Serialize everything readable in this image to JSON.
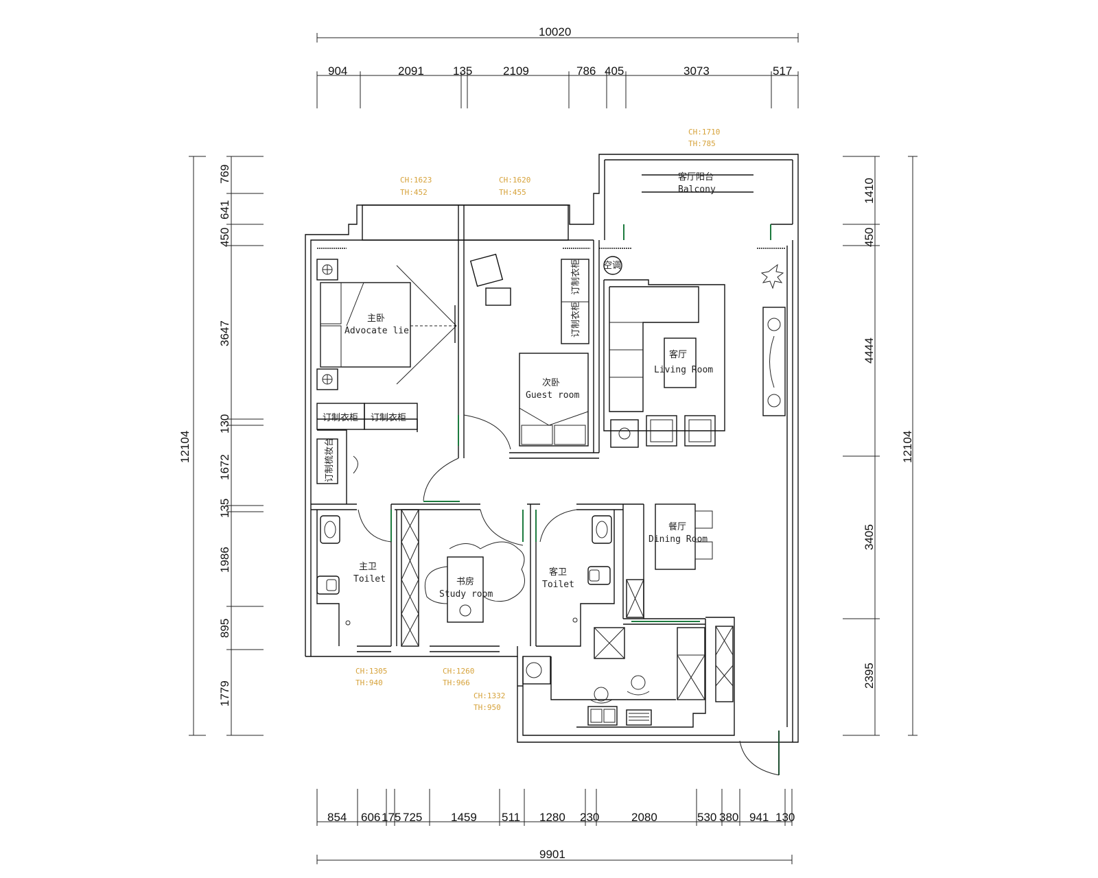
{
  "plan": {
    "top_overall": "10020",
    "top_segments": [
      "904",
      "2091",
      "135",
      "2109",
      "786",
      "405",
      "3073",
      "517"
    ],
    "bottom_overall": "9901",
    "bottom_segments": [
      "854",
      "606",
      "175",
      "725",
      "1459",
      "511",
      "1280",
      "230",
      "2080",
      "530",
      "380",
      "941",
      "130"
    ],
    "left_overall": "12104",
    "left_segments": [
      "769",
      "641",
      "450",
      "3647",
      "130",
      "1672",
      "135",
      "1986",
      "895",
      "1779"
    ],
    "right_overall": "12104",
    "right_segments": [
      "1410",
      "450",
      "4444",
      "3405",
      "2395"
    ]
  },
  "rooms": {
    "master_cn": "主卧",
    "master_en": "Advocate lie",
    "guest_cn": "次卧",
    "guest_en": "Guest room",
    "living_cn": "客厅",
    "living_en": "Living Room",
    "balcony_cn": "客厅阳台",
    "balcony_en": "Balcony",
    "dining_cn": "餐厅",
    "dining_en": "Dining Room",
    "study_cn": "书房",
    "study_en": "Study room",
    "toilet1_cn": "主卫",
    "toilet1_en": "Toilet",
    "toilet2_cn": "客卫",
    "toilet2_en": "Toilet",
    "ac": "空调",
    "wardrobe1": "订制衣柜",
    "wardrobe2": "订制衣柜",
    "wardrobe3": "订制衣柜",
    "wardrobe4": "订制衣柜",
    "desk": "订制梳妆台"
  },
  "windows": {
    "w1_ch": "CH:1710",
    "w1_th": "TH:785",
    "w2_ch": "CH:1623",
    "w2_th": "TH:452",
    "w3_ch": "CH:1620",
    "w3_th": "TH:455",
    "w4_ch": "CH:1305",
    "w4_th": "TH:940",
    "w5_ch": "CH:1260",
    "w5_th": "TH:966",
    "w6_ch": "CH:1332",
    "w6_th": "TH:950"
  }
}
